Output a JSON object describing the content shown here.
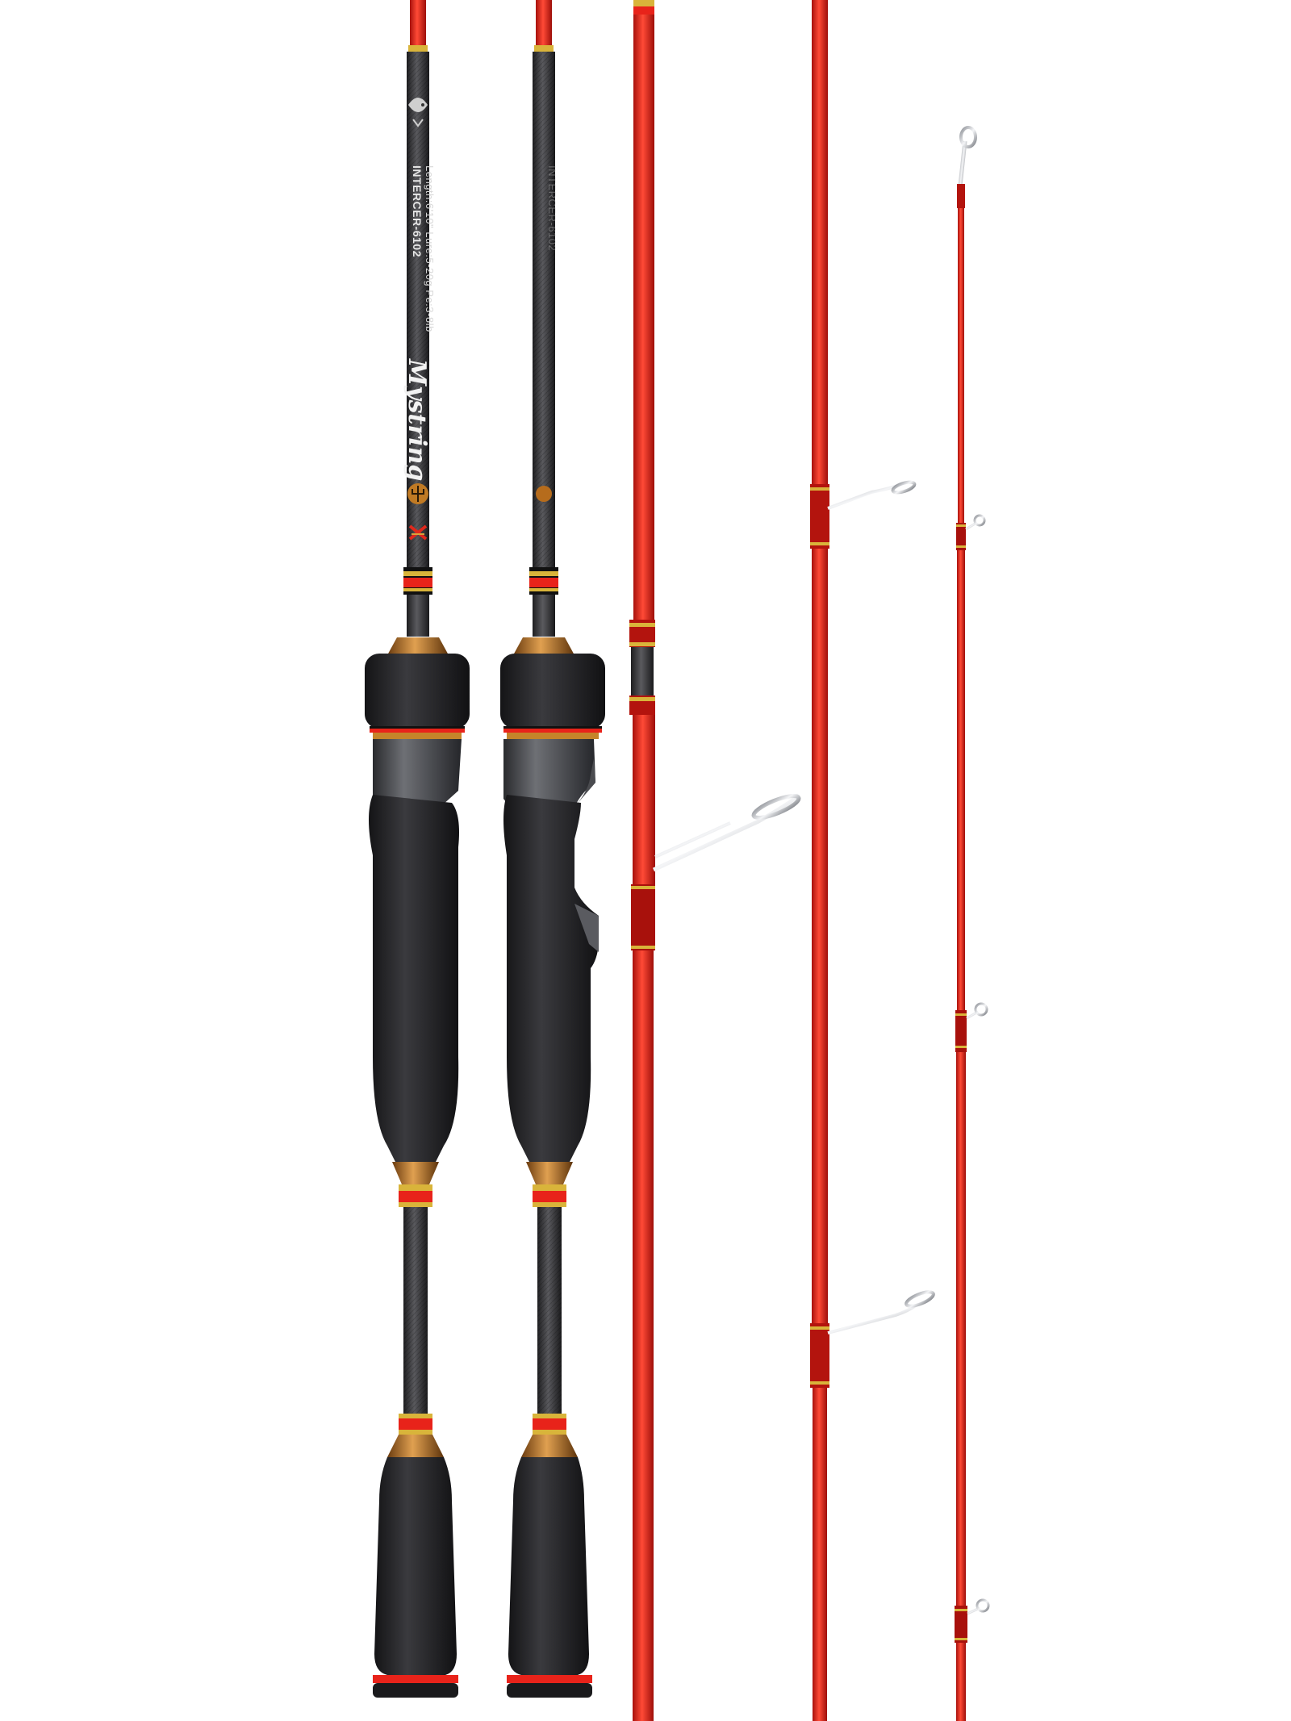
{
  "product": {
    "model_label": "INTERCER-6102",
    "spec_label": "Length:6'10\" Lure:5-20g Pe:3-8lb",
    "brand_script": "Mystring",
    "ghost_model_label": "INTERCER-6102"
  },
  "colors": {
    "blank_red": "#e8231a",
    "blank_red_dark": "#b01410",
    "carbon": "#3a3a3c",
    "eva": "#2a2a2c",
    "reel_seat": "#55565a",
    "bronze": "#b8742a",
    "gold_wrap": "#d9b43a",
    "guide_metal": "#c9ccd1"
  },
  "icons": [
    "fish-logo-icon",
    "trident-badge-icon",
    "cross-badge-icon"
  ]
}
